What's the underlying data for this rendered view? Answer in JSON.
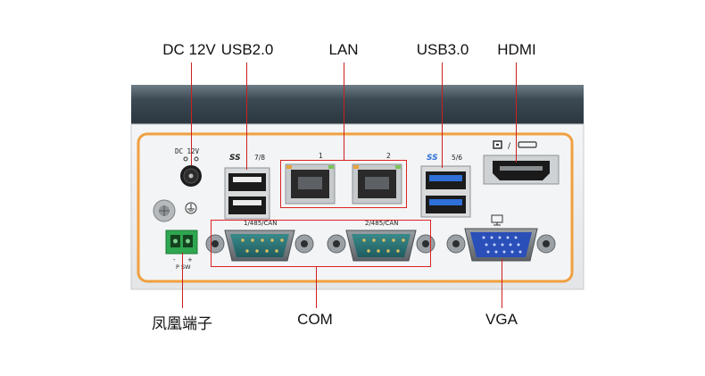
{
  "callouts": {
    "dc": "DC 12V",
    "usb2": "USB2.0",
    "lan": "LAN",
    "usb3": "USB3.0",
    "hdmi": "HDMI",
    "phoenix": "凤凰端子",
    "com": "COM",
    "vga": "VGA"
  },
  "panel_print": {
    "dc": "DC 12V",
    "usb2_ss": "SS",
    "usb2_num": "7/8",
    "lan1": "1",
    "lan2": "2",
    "usb3_ss": "SS",
    "usb3_num": "5/6",
    "dp_slash": "/",
    "com1": "1/485/CAN",
    "com2": "2/485/CAN",
    "psw": "P SW",
    "plus": "+",
    "minus": "-"
  },
  "colors": {
    "leader": "#cc1f1f",
    "panel_border": "#f0a040",
    "chassis_top": "#41505a",
    "usb3_blue": "#2f6fd8",
    "vga_blue": "#2a4fb8",
    "phoenix_green": "#2fa650"
  }
}
